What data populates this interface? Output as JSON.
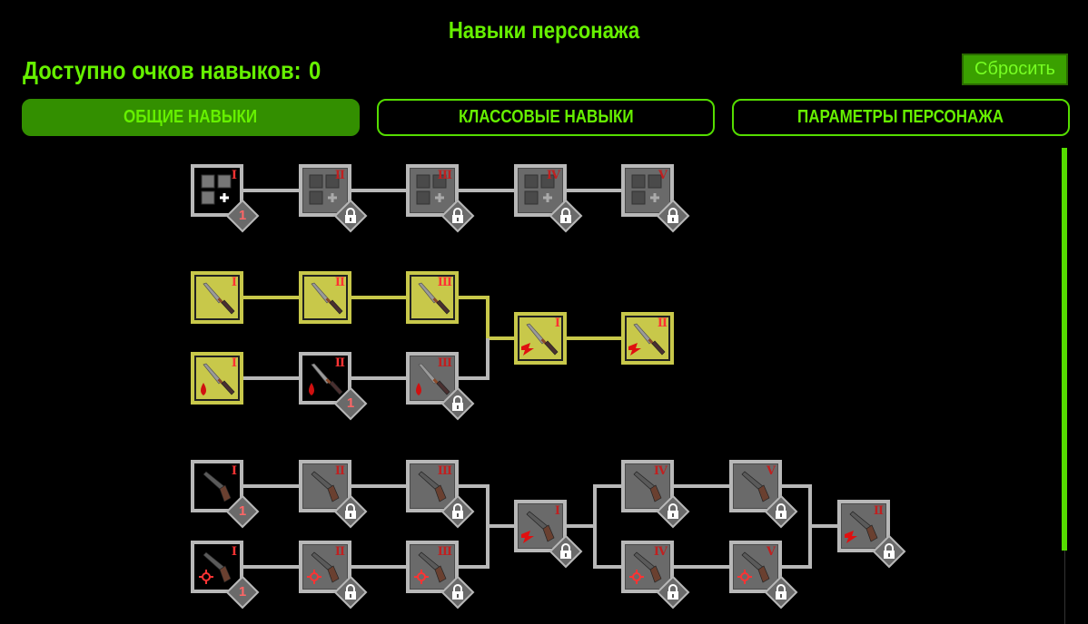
{
  "header": {
    "title": "Навыки персонажа",
    "points_label": "Доступно очков навыков:",
    "points_value": "0",
    "reset_label": "Сбросить"
  },
  "tabs": [
    {
      "label": "ОБЩИЕ НАВЫКИ",
      "active": true
    },
    {
      "label": "КЛАССОВЫЕ НАВЫКИ",
      "active": false
    },
    {
      "label": "ПАРАМЕТРЫ ПЕРСОНАЖА",
      "active": false
    }
  ],
  "colors": {
    "accent": "#66f000",
    "active_tab": "#338f00",
    "learned": "#c8c84a",
    "locked": "#6a6a6a",
    "border": "#b8b8b8",
    "roman": "#ff3333"
  },
  "nodes": [
    {
      "rank": "I",
      "icon": "stats",
      "state": "available",
      "badge": "1"
    },
    {
      "rank": "II",
      "icon": "stats",
      "state": "locked"
    },
    {
      "rank": "III",
      "icon": "stats",
      "state": "locked"
    },
    {
      "rank": "IV",
      "icon": "stats",
      "state": "locked"
    },
    {
      "rank": "V",
      "icon": "stats",
      "state": "locked"
    },
    {
      "rank": "I",
      "icon": "knife",
      "state": "learned"
    },
    {
      "rank": "II",
      "icon": "knife",
      "state": "learned"
    },
    {
      "rank": "III",
      "icon": "knife",
      "state": "learned"
    },
    {
      "rank": "I",
      "icon": "knife-rage",
      "state": "learned"
    },
    {
      "rank": "II",
      "icon": "knife-rage",
      "state": "learned"
    },
    {
      "rank": "I",
      "icon": "knife-bleed",
      "state": "learned"
    },
    {
      "rank": "II",
      "icon": "knife-bleed",
      "state": "available",
      "badge": "1"
    },
    {
      "rank": "III",
      "icon": "knife-bleed",
      "state": "locked"
    },
    {
      "rank": "I",
      "icon": "pistol",
      "state": "available",
      "badge": "1"
    },
    {
      "rank": "II",
      "icon": "pistol",
      "state": "locked"
    },
    {
      "rank": "III",
      "icon": "pistol",
      "state": "locked"
    },
    {
      "rank": "I",
      "icon": "pistol-rage",
      "state": "locked"
    },
    {
      "rank": "IV",
      "icon": "pistol",
      "state": "locked"
    },
    {
      "rank": "V",
      "icon": "pistol",
      "state": "locked"
    },
    {
      "rank": "II",
      "icon": "pistol-rage",
      "state": "locked"
    },
    {
      "rank": "I",
      "icon": "pistol-aim",
      "state": "available",
      "badge": "1"
    },
    {
      "rank": "II",
      "icon": "pistol-aim",
      "state": "locked"
    },
    {
      "rank": "III",
      "icon": "pistol-aim",
      "state": "locked"
    },
    {
      "rank": "IV",
      "icon": "pistol-aim",
      "state": "locked"
    },
    {
      "rank": "V",
      "icon": "pistol-aim",
      "state": "locked"
    }
  ]
}
